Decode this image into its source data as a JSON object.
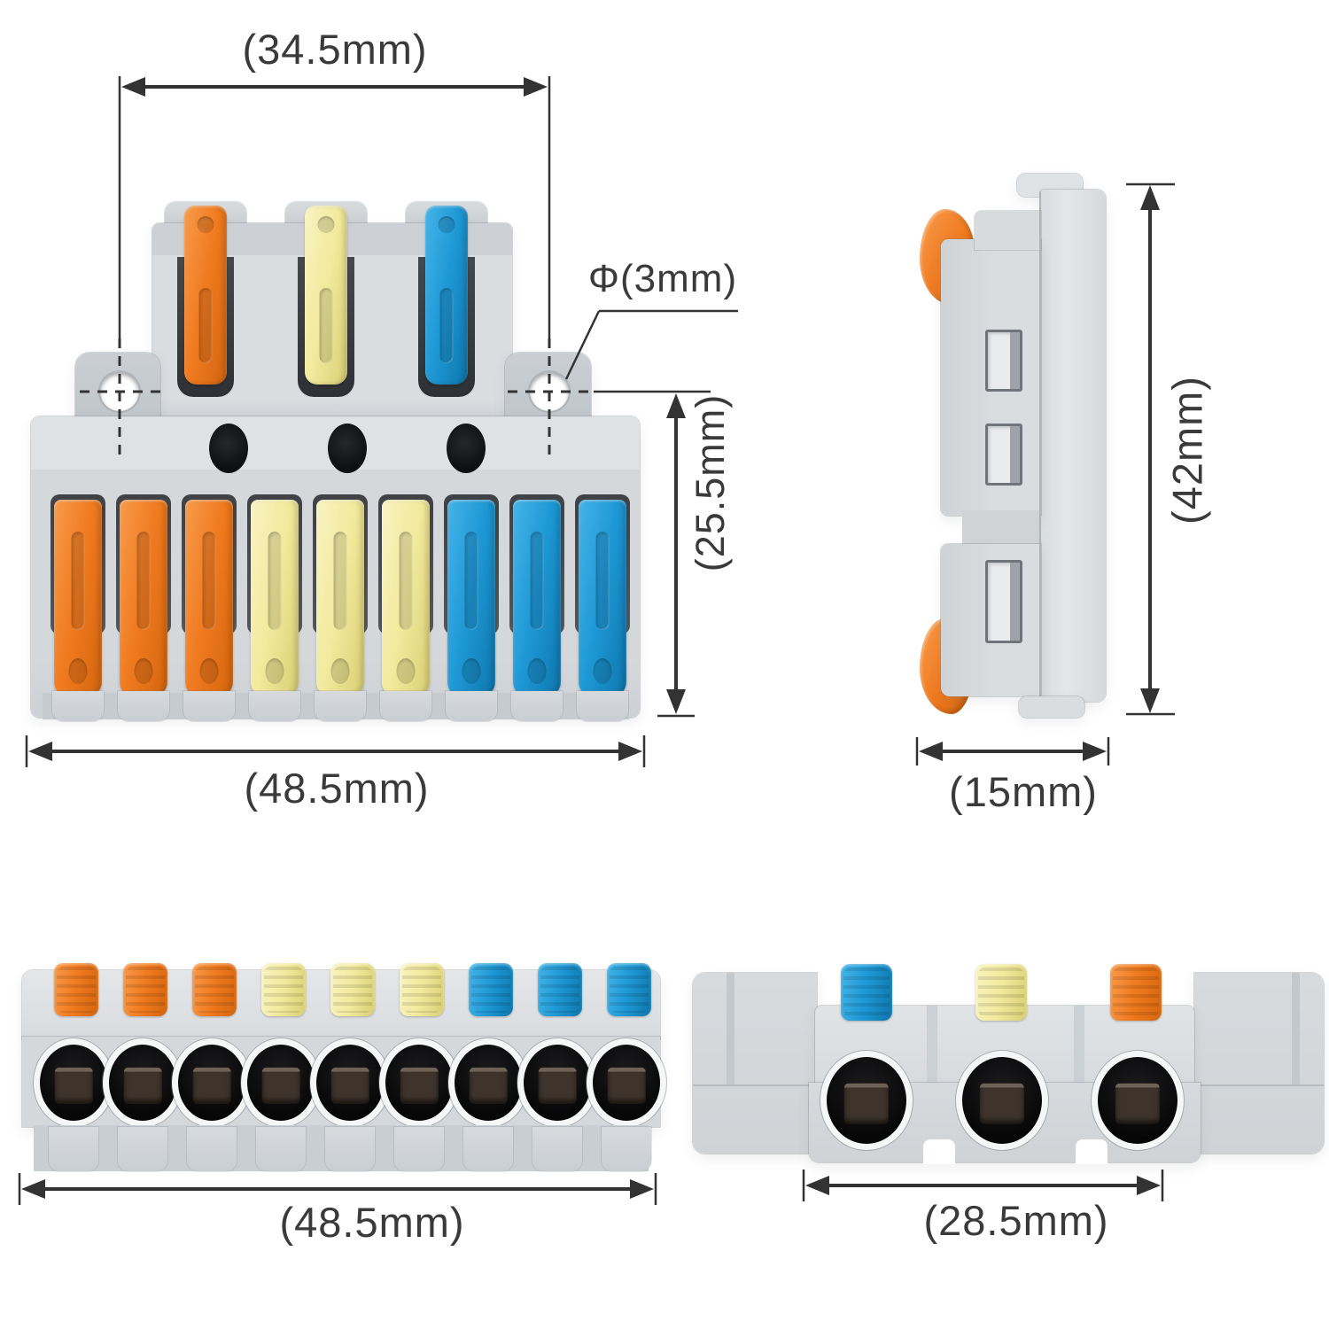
{
  "figure": {
    "kind": "product-dimension-diagram",
    "product": "lever wire connector 3-in 9-out splitter",
    "views": [
      "front-view",
      "side-view",
      "bottom-view",
      "end-view"
    ]
  },
  "dimensions": {
    "front_top_width": "(34.5mm)",
    "hole_diameter": "Φ(3mm)",
    "front_height": "(25.5mm)",
    "front_width": "(48.5mm)",
    "side_height": "(42mm)",
    "side_thickness": "(15mm)",
    "bottom_width": "(48.5mm)",
    "end_width": "(28.5mm)"
  },
  "palette": {
    "orange": {
      "base": "#F07A1F",
      "light": "#F89B4C",
      "dark": "#D3650E"
    },
    "yellow": {
      "base": "#F2EA9D",
      "light": "#F9F3C2",
      "dark": "#D9CE74"
    },
    "blue": {
      "base": "#1E98D5",
      "light": "#45B4E8",
      "dark": "#0E76AB"
    },
    "body_grey": "#D8DBDE",
    "slot_dark": "#3A3D41",
    "port_black": "#0C0C0E",
    "ring_white": "#F5F6F6",
    "dimension_line": "#333333"
  },
  "views": {
    "front": {
      "top_levers": [
        "orange",
        "yellow",
        "blue"
      ],
      "bottom_levers": [
        "orange",
        "orange",
        "orange",
        "yellow",
        "yellow",
        "yellow",
        "blue",
        "blue",
        "blue"
      ]
    },
    "side": {
      "lever_colors": [
        "orange",
        "orange"
      ]
    },
    "bottom": {
      "tabs": [
        "orange",
        "orange",
        "orange",
        "yellow",
        "yellow",
        "yellow",
        "blue",
        "blue",
        "blue"
      ]
    },
    "end": {
      "tabs": [
        "blue",
        "yellow",
        "orange"
      ]
    }
  }
}
